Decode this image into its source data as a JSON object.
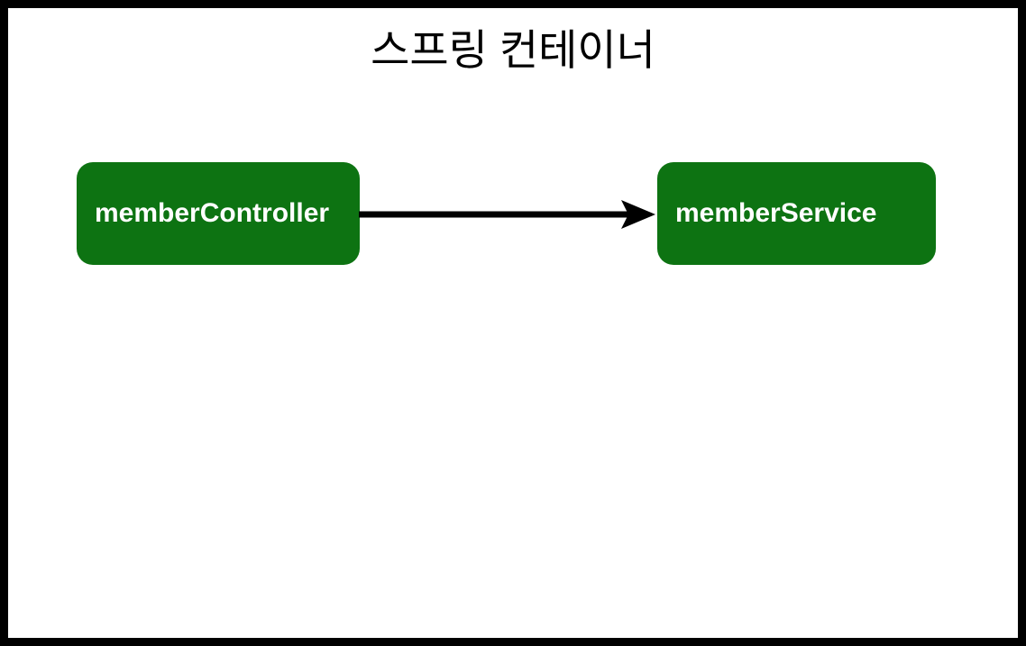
{
  "slide": {
    "title": "스프링 컨테이너",
    "background_color": "#ffffff",
    "frame_color": "#000000"
  },
  "theme": {
    "node_fill": "#0d7312",
    "node_text_color": "#ffffff",
    "arrow_color": "#000000",
    "title_color": "#000000"
  },
  "diagram": {
    "type": "node-edge",
    "nodes": [
      {
        "id": "memberController",
        "label": "memberController",
        "shape": "rounded-rectangle",
        "fill": "#0d7312",
        "text_color": "#ffffff"
      },
      {
        "id": "memberService",
        "label": "memberService",
        "shape": "rounded-rectangle",
        "fill": "#0d7312",
        "text_color": "#ffffff"
      }
    ],
    "edges": [
      {
        "id": "edge-controller-to-service",
        "from": "memberController",
        "to": "memberService",
        "label": "",
        "style": "solid",
        "arrowhead": "filled-barbed",
        "color": "#000000"
      }
    ]
  }
}
